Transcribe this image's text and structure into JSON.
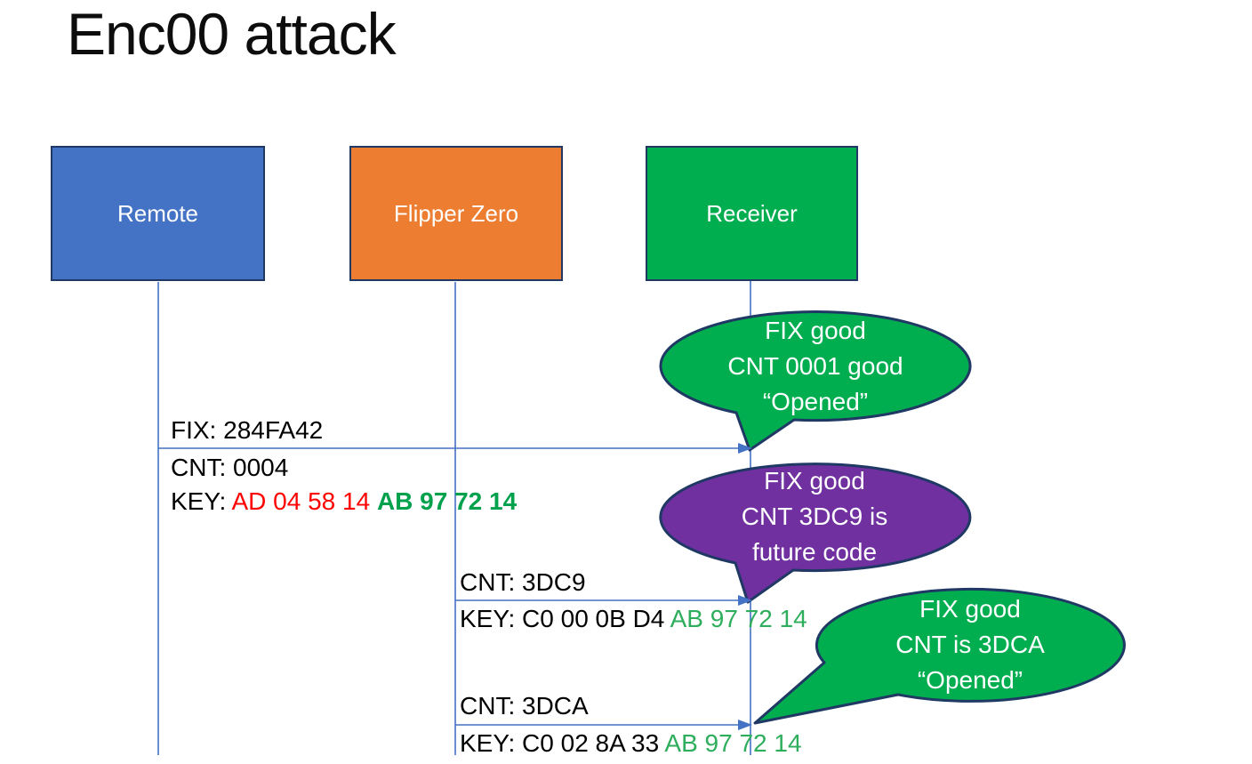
{
  "title": "Enc00 attack",
  "colors": {
    "box_border": "#1F3864",
    "remote_fill": "#4472C4",
    "flipper_fill": "#ED7D31",
    "receiver_fill": "#00AE50",
    "callout_green": "#00AE50",
    "callout_purple": "#7030A0",
    "line_blue": "#4472C4",
    "key_red": "#FF0000",
    "key_green_bold": "#00A14D",
    "key_green": "#2EAE5D"
  },
  "actors": [
    {
      "label": "Remote"
    },
    {
      "label": "Flipper Zero"
    },
    {
      "label": "Receiver"
    }
  ],
  "messages": [
    {
      "above": "FIX: 284FA42",
      "line2": "CNT: 0004",
      "key_label": "KEY: ",
      "key_red": "AD 04 58 14 ",
      "key_green": "AB 97 72 14"
    },
    {
      "above": "CNT: 3DC9",
      "key_label": "KEY: ",
      "key_black": "C0 00 0B D4 ",
      "key_green": "AB 97 72 14"
    },
    {
      "above": "CNT: 3DCA",
      "key_label": "KEY: ",
      "key_black": "C0 02 8A 33 ",
      "key_green": "AB 97 72 14"
    }
  ],
  "callouts": [
    {
      "fill": "#00AE50",
      "lines": [
        "FIX good",
        "CNT 0001 good",
        "“Opened”"
      ]
    },
    {
      "fill": "#7030A0",
      "lines": [
        "FIX good",
        "CNT 3DC9 is",
        "future code"
      ]
    },
    {
      "fill": "#00AE50",
      "lines": [
        "FIX good",
        "CNT is 3DCA",
        "“Opened”"
      ]
    }
  ]
}
